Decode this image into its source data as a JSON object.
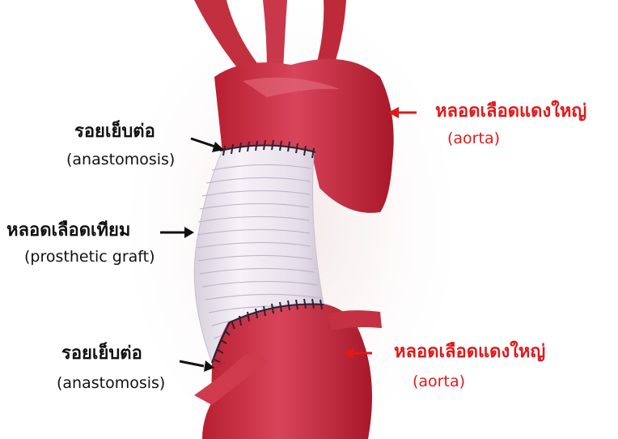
{
  "labels": {
    "anastomosis_top_thai": "รอยเย็บต่อ",
    "anastomosis_top_en": "(anastomosis)",
    "graft_thai": "หลอดเลือดเทียม",
    "graft_en": "(prosthetic graft)",
    "anastomosis_bottom_thai": "รอยเย็บต่อ",
    "anastomosis_bottom_en": "(anastomosis)",
    "aorta_top_thai": "หลอดเลือดแดงใหญ่",
    "aorta_top_en": "(aorta)",
    "aorta_bottom_thai": "หลอดเลือดแดงใหญ่",
    "aorta_bottom_en": "(aorta)"
  },
  "colors": {
    "label_text": "#111111",
    "aorta_label": "#e0191b",
    "vessel_red": "#c92d3c",
    "vessel_dark": "#a3182a",
    "graft_fill": "#ece6ef",
    "suture": "#2a2233"
  }
}
